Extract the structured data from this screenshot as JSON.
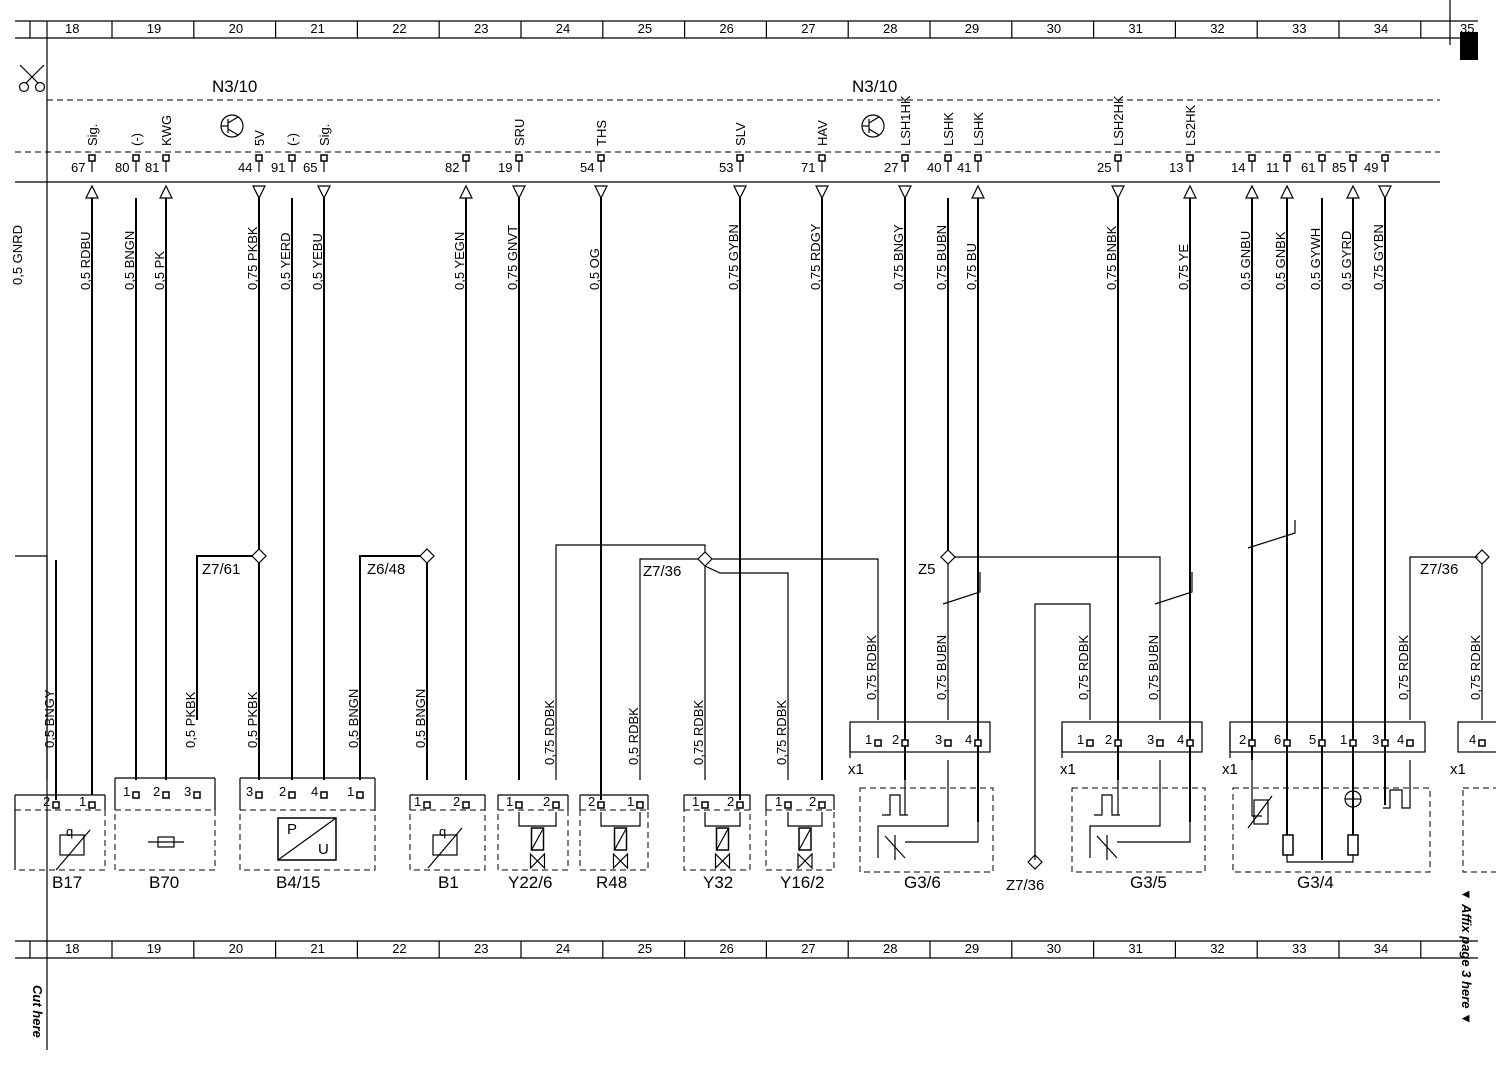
{
  "header": {
    "columns": [
      "18",
      "19",
      "20",
      "21",
      "22",
      "23",
      "24",
      "25",
      "26",
      "27",
      "28",
      "29",
      "30",
      "31",
      "32",
      "33",
      "34"
    ],
    "last_column": "35",
    "module_left": "N3/10",
    "module_right": "N3/10"
  },
  "side_texts": {
    "cut_here": "Cut here",
    "affix": "▼ Affix page 3 here ▼",
    "left_partial": "0,5 GNRD"
  },
  "icons": {
    "scissors": "scissors-icon",
    "transistor": "transistor-icon"
  },
  "pins": [
    {
      "num": "67",
      "sig": "Sig.",
      "wire": "0,5 RDBU",
      "dir": "up"
    },
    {
      "num": "80",
      "sig": "(-)",
      "wire": "0,5 BNGN",
      "dir": "none"
    },
    {
      "num": "81",
      "sig": "KWG",
      "wire": "0,5 PK",
      "dir": "up"
    },
    {
      "num": "44",
      "sig": "5V",
      "wire": "0,75 PKBK",
      "dir": "down"
    },
    {
      "num": "91",
      "sig": "(-)",
      "wire": "0,5 YERD",
      "dir": "none"
    },
    {
      "num": "65",
      "sig": "Sig.",
      "wire": "0,5 YEBU",
      "dir": "down"
    },
    {
      "num": "82",
      "sig": "",
      "wire": "0,5 YEGN",
      "dir": "up"
    },
    {
      "num": "19",
      "sig": "SRU",
      "wire": "0,75 GNVT",
      "dir": "down"
    },
    {
      "num": "54",
      "sig": "THS",
      "wire": "0,5 OG",
      "dir": "down"
    },
    {
      "num": "53",
      "sig": "SLV",
      "wire": "0,75 GYBN",
      "dir": "down"
    },
    {
      "num": "71",
      "sig": "HAV",
      "wire": "0,75 RDGY",
      "dir": "down"
    },
    {
      "num": "27",
      "sig": "LSH1HK",
      "wire": "0,75 BNGY",
      "dir": "down"
    },
    {
      "num": "40",
      "sig": "LSHK",
      "wire": "0,75 BUBN",
      "dir": "none"
    },
    {
      "num": "41",
      "sig": "LSHK",
      "wire": "0,75 BU",
      "dir": "up"
    },
    {
      "num": "25",
      "sig": "LSH2HK",
      "wire": "0,75 BNBK",
      "dir": "down"
    },
    {
      "num": "13",
      "sig": "LS2HK",
      "wire": "0,75 YE",
      "dir": "up"
    },
    {
      "num": "14",
      "sig": "",
      "wire": "0,5 GNBU",
      "dir": "up"
    },
    {
      "num": "11",
      "sig": "",
      "wire": "0,5 GNBK",
      "dir": "up"
    },
    {
      "num": "61",
      "sig": "",
      "wire": "0,5 GYWH",
      "dir": "none"
    },
    {
      "num": "85",
      "sig": "",
      "wire": "0,5 GYRD",
      "dir": "up"
    },
    {
      "num": "49",
      "sig": "",
      "wire": "0,75 GYBN",
      "dir": "down"
    }
  ],
  "splices": {
    "z7_61": "Z7/61",
    "z6_48": "Z6/48",
    "z7_36_a": "Z7/36",
    "z5": "Z5",
    "z7_36_b": "Z7/36",
    "z7_36_c": "Z7/36"
  },
  "lower_wires": {
    "b17": "0,5 BNGY",
    "b70": "0,5 PKBK",
    "b4_15_a": "0,5 PKBK",
    "b4_15_b": "0,5 BNGN",
    "b1": "0,5 BNGN",
    "y22_6": "0,75 RDBK",
    "r48": "0,5 RDBK",
    "y32": "0,75 RDBK",
    "y16_2": "0,75 RDBK",
    "g36_a": "0,75 RDBK",
    "g36_b": "0,75 BUBN",
    "g35_a": "0,75 RDBK",
    "g35_b": "0,75 BUBN",
    "g34": "0,75 RDBK",
    "edge": "0,75 RDBK"
  },
  "components": {
    "B17": "B17",
    "B70": "B70",
    "B4_15": "B4/15",
    "B1": "B1",
    "Y22_6": "Y22/6",
    "R48": "R48",
    "Y32": "Y32",
    "Y16_2": "Y16/2",
    "G3_6": "G3/6",
    "Z7_36": "Z7/36",
    "G3_5": "G3/5",
    "G3_4": "G3/4"
  },
  "connector_label": "x1",
  "symbols": {
    "q": "q",
    "p": "P",
    "u": "U"
  },
  "pin_numbers": {
    "b17": [
      "2",
      "1"
    ],
    "b70": [
      "1",
      "2",
      "3"
    ],
    "b4_15": [
      "3",
      "2",
      "4",
      "1"
    ],
    "b1": [
      "1",
      "2"
    ],
    "y22_6": [
      "1",
      "2"
    ],
    "r48": [
      "2",
      "1"
    ],
    "y32": [
      "1",
      "2"
    ],
    "y16_2": [
      "1",
      "2"
    ],
    "g3_6": [
      "1",
      "2",
      "3",
      "4"
    ],
    "g3_5": [
      "1",
      "2",
      "3",
      "4"
    ],
    "g3_4": [
      "2",
      "6",
      "5",
      "1",
      "3",
      "4"
    ],
    "edge": [
      "4"
    ]
  }
}
